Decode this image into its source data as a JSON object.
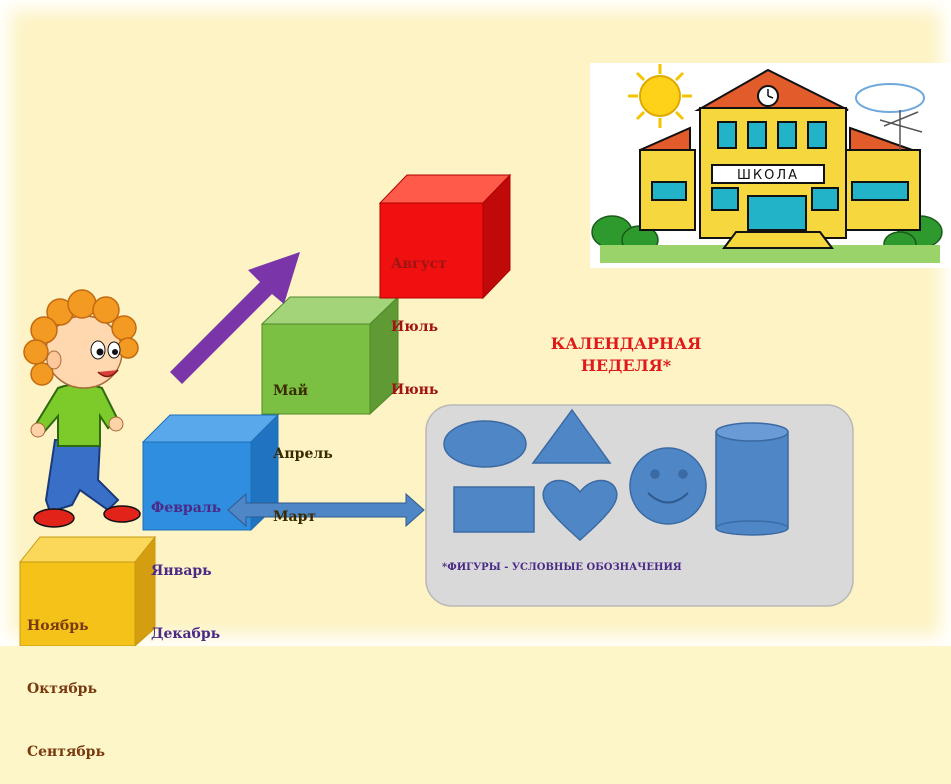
{
  "cubes": [
    {
      "months": [
        "Ноябрь",
        "Октябрь",
        "Сентябрь"
      ],
      "color": "#f5c21a"
    },
    {
      "months": [
        "Февраль",
        "Январь",
        "Декабрь"
      ],
      "color": "#2f8ee0"
    },
    {
      "months": [
        "Май",
        "Апрель",
        "Март"
      ],
      "color": "#7bc043"
    },
    {
      "months": [
        "Август",
        "Июль",
        "Июнь"
      ],
      "color": "#f01010"
    }
  ],
  "title": {
    "line1": "КАЛЕНДАРНАЯ",
    "line2": "НЕДЕЛЯ*"
  },
  "legend": {
    "note": "*ФИГУРЫ - УСЛОВНЫЕ ОБОЗНАЧЕНИЯ",
    "shapes": [
      "ellipse",
      "triangle",
      "smiley",
      "rectangle",
      "heart",
      "cylinder"
    ]
  },
  "school_sign": "ШКОЛА",
  "colors": {
    "arrow": "#7a35a8",
    "shapes": "#4f86c6",
    "legend_panel": "#d9d9d9"
  }
}
